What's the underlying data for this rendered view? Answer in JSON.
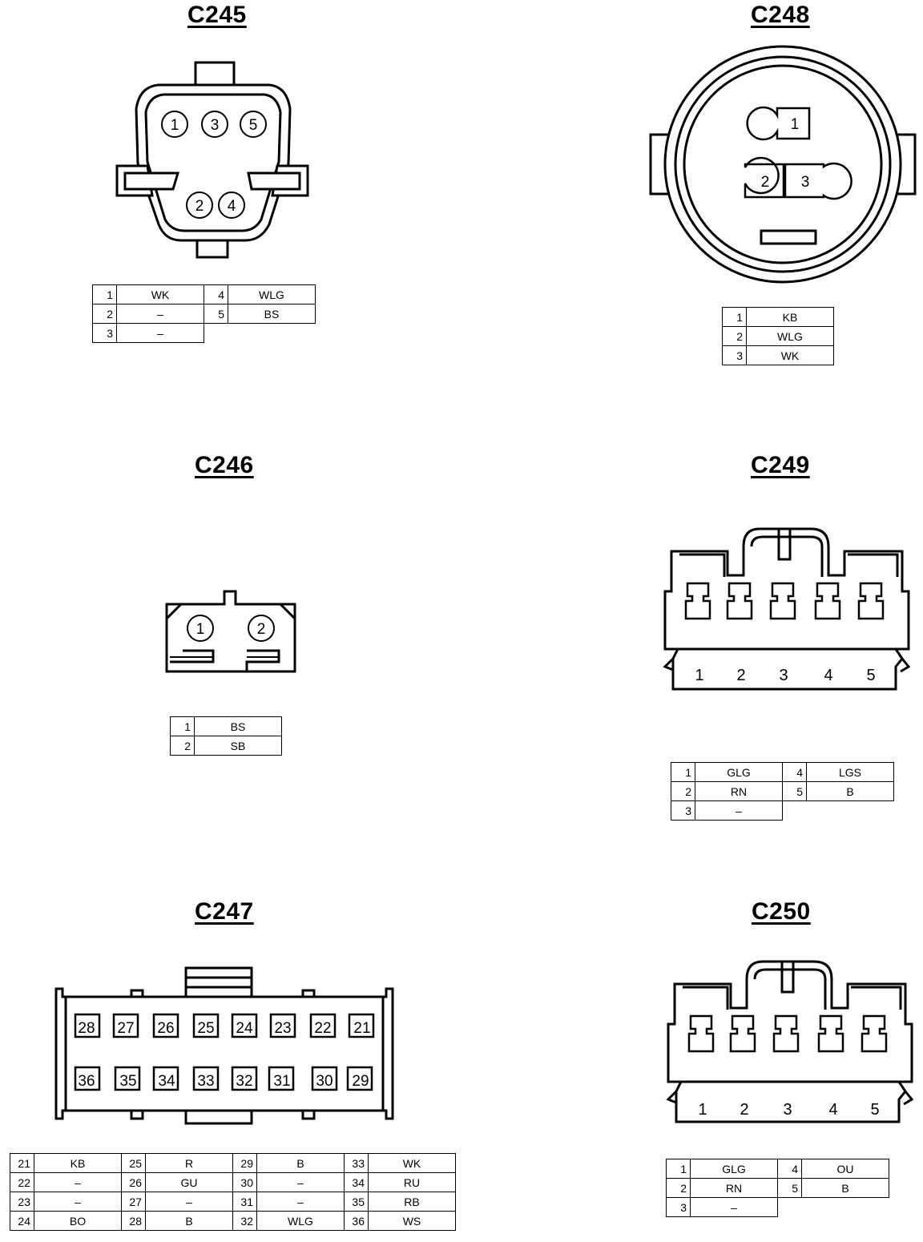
{
  "connectors": {
    "c245": {
      "title": "C245",
      "pin_labels": [
        "1",
        "3",
        "5",
        "2",
        "4"
      ],
      "rows": [
        {
          "p1": "1",
          "c1": "WK",
          "p2": "4",
          "c2": "WLG"
        },
        {
          "p1": "2",
          "c1": "–",
          "p2": "5",
          "c2": "BS"
        },
        {
          "p1": "3",
          "c1": "–"
        }
      ]
    },
    "c248": {
      "title": "C248",
      "pin_labels": [
        "1",
        "2",
        "3"
      ],
      "rows": [
        {
          "p": "1",
          "c": "KB"
        },
        {
          "p": "2",
          "c": "WLG"
        },
        {
          "p": "3",
          "c": "WK"
        }
      ]
    },
    "c246": {
      "title": "C246",
      "pin_labels": [
        "1",
        "2"
      ],
      "rows": [
        {
          "p": "1",
          "c": "BS"
        },
        {
          "p": "2",
          "c": "SB"
        }
      ]
    },
    "c249": {
      "title": "C249",
      "pin_labels": [
        "1",
        "2",
        "3",
        "4",
        "5"
      ],
      "rows": [
        {
          "p1": "1",
          "c1": "GLG",
          "p2": "4",
          "c2": "LGS"
        },
        {
          "p1": "2",
          "c1": "RN",
          "p2": "5",
          "c2": "B"
        },
        {
          "p1": "3",
          "c1": "–"
        }
      ]
    },
    "c247": {
      "title": "C247",
      "pin_labels_top": [
        "28",
        "27",
        "26",
        "25",
        "24",
        "23",
        "22",
        "21"
      ],
      "pin_labels_bottom": [
        "36",
        "35",
        "34",
        "33",
        "32",
        "31",
        "30",
        "29"
      ],
      "rows": [
        {
          "p1": "21",
          "c1": "KB",
          "p2": "25",
          "c2": "R",
          "p3": "29",
          "c3": "B",
          "p4": "33",
          "c4": "WK"
        },
        {
          "p1": "22",
          "c1": "–",
          "p2": "26",
          "c2": "GU",
          "p3": "30",
          "c3": "–",
          "p4": "34",
          "c4": "RU"
        },
        {
          "p1": "23",
          "c1": "–",
          "p2": "27",
          "c2": "–",
          "p3": "31",
          "c3": "–",
          "p4": "35",
          "c4": "RB"
        },
        {
          "p1": "24",
          "c1": "BO",
          "p2": "28",
          "c2": "B",
          "p3": "32",
          "c3": "WLG",
          "p4": "36",
          "c4": "WS"
        }
      ]
    },
    "c250": {
      "title": "C250",
      "pin_labels": [
        "1",
        "2",
        "3",
        "4",
        "5"
      ],
      "rows": [
        {
          "p1": "1",
          "c1": "GLG",
          "p2": "4",
          "c2": "OU"
        },
        {
          "p1": "2",
          "c1": "RN",
          "p2": "5",
          "c2": "B"
        },
        {
          "p1": "3",
          "c1": "–"
        }
      ]
    }
  }
}
